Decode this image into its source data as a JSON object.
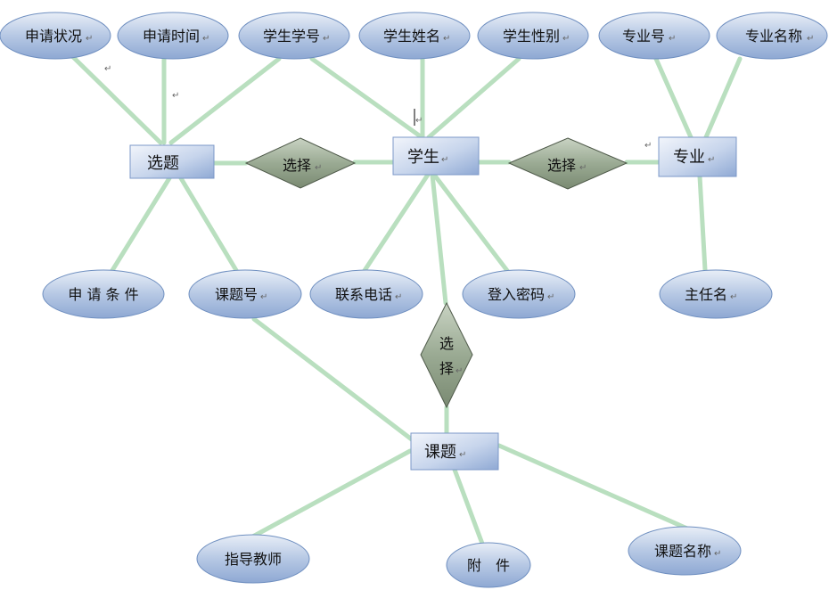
{
  "diagram": {
    "entities": {
      "xuanti": "选题",
      "xuesheng": "学生",
      "zhuanye": "专业",
      "keti": "课题"
    },
    "relationships": {
      "rel_left": "选择",
      "rel_right": "选择",
      "rel_vertical": [
        "选",
        "择"
      ]
    },
    "attributes": {
      "shenqing_zhuangkuang": "申请状况",
      "shenqing_shijian": "申请时间",
      "xuesheng_xuehao": "学生学号",
      "xuesheng_xingming": "学生姓名",
      "xuesheng_xingbie": "学生性别",
      "zhuanye_hao": "专业号",
      "zhuanye_mingcheng": "专业名称",
      "shenqing_tiaojian": "申 请 条 件",
      "keti_hao": "课题号",
      "lianxi_dianhua": "联系电话",
      "denglu_mima": "登入密码",
      "zhurenming": "主任名",
      "zhidao_jiaoshi": "指导教师",
      "fujian": "附　件",
      "keti_mingcheng": "课题名称"
    },
    "paragraph_mark": "↵"
  }
}
